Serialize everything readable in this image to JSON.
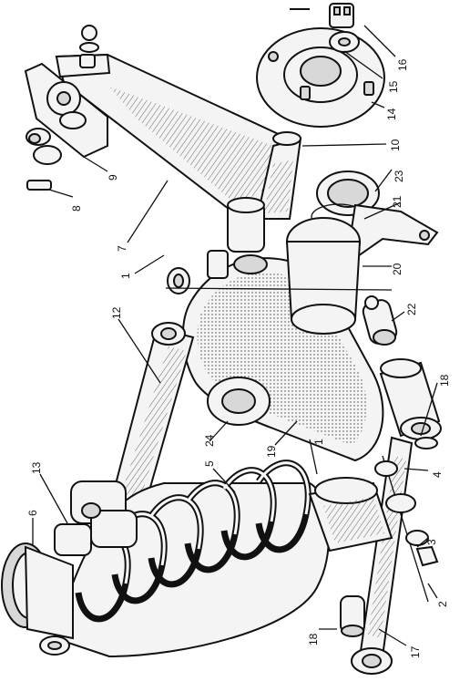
{
  "diagram": {
    "callouts": [
      "1",
      "1",
      "2",
      "3",
      "4",
      "5",
      "6",
      "7",
      "8",
      "9",
      "10",
      "12",
      "13",
      "14",
      "15",
      "16",
      "17",
      "18",
      "18",
      "19",
      "20",
      "21",
      "22",
      "23",
      "24"
    ]
  }
}
